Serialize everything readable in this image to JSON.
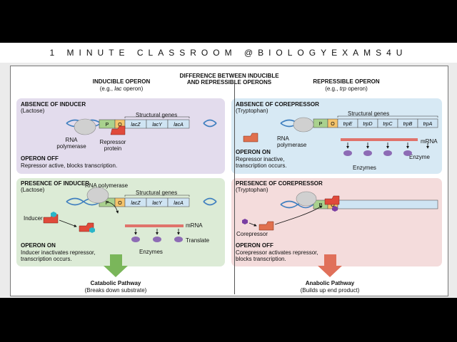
{
  "banner": "1 MINUTE CLASSROOM @BIOLOGYEXAMS4U",
  "title": {
    "line1": "DIFFERENCE BETWEEN INDUCIBLE",
    "line2": "AND REPRESSIBLE OPERONS"
  },
  "inducible": {
    "heading": "INDUCIBLE OPERON",
    "example_prefix": "(e.g., ",
    "example_name": "lac",
    "example_suffix": " operon)",
    "absence": {
      "heading": "ABSENCE OF INDUCER",
      "sub": "(Lactose)",
      "structural": "Structural genes",
      "rnap": "RNA",
      "rnap2": "polymerase",
      "repressor": "Repressor",
      "repressor2": "protein",
      "status": "OPERON OFF",
      "desc": "Repressor active, blocks transcription."
    },
    "presence": {
      "heading": "PRESENCE OF INDUCER",
      "sub": "(Lactose)",
      "rnap": "RNA polymerase",
      "structural": "Structural genes",
      "inducer": "Inducer",
      "mrna": "mRNA",
      "translate": "Translate",
      "enzymes": "Enzymes",
      "status": "OPERON ON",
      "desc1": "Inducer inactivates repressor,",
      "desc2": "transcription occurs."
    },
    "pathway": "Catabolic Pathway",
    "pathway_desc": "(Breaks down substrate)",
    "genes": [
      "P",
      "O",
      "lacZ",
      "lacY",
      "lacA"
    ]
  },
  "repressible": {
    "heading": "REPRESSIBLE OPERON",
    "example_prefix": "(e.g., ",
    "example_name": "trp",
    "example_suffix": " operon)",
    "absence": {
      "heading": "ABSENCE OF COREPRESSOR",
      "sub": "(Tryptophan)",
      "structural": "Structural genes",
      "rnap": "RNA",
      "rnap2": "polymerase",
      "mrna": "mRNA",
      "enzyme": "Enzyme",
      "enzymes": "Enzymes",
      "status": "OPERON ON",
      "desc1": "Repressor inactive,",
      "desc2": "transcription occurs."
    },
    "presence": {
      "heading": "PRESENCE OF COREPRESSOR",
      "sub": "(Tryptophan)",
      "corepressor": "Corepressor",
      "status": "OPERON OFF",
      "desc1": "Corepressor activates repressor,",
      "desc2": "blocks transcription."
    },
    "pathway": "Anabolic Pathway",
    "pathway_desc": "(Builds up end product)",
    "genes": [
      "P",
      "O",
      "trpE",
      "trpD",
      "trpC",
      "trpB",
      "trpA"
    ]
  },
  "colors": {
    "promoter": "#a9d18e",
    "operator": "#f5c46c",
    "gene": "#cfe4f3",
    "repressor": "#e04a3b",
    "inducer": "#2bb5c8",
    "enzyme": "#8d6bb5",
    "mrna": "#e0736b",
    "corepressor": "#7a3fa3",
    "arrow_green": "#7ab65a",
    "arrow_red": "#e0705a"
  }
}
